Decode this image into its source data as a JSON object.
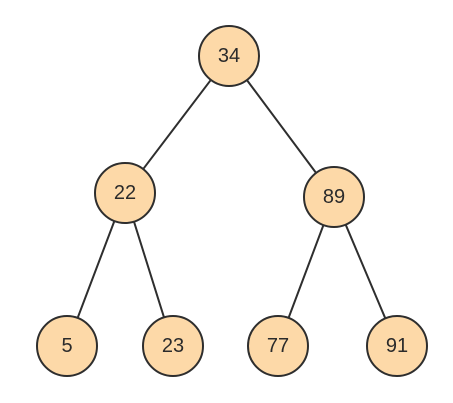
{
  "tree": {
    "node_fill": "#fdd9a8",
    "edge_color": "#2e2e2e",
    "nodes": [
      {
        "id": "n34",
        "label": "34"
      },
      {
        "id": "n22",
        "label": "22"
      },
      {
        "id": "n89",
        "label": "89"
      },
      {
        "id": "n5",
        "label": "5"
      },
      {
        "id": "n23",
        "label": "23"
      },
      {
        "id": "n77",
        "label": "77"
      },
      {
        "id": "n91",
        "label": "91"
      }
    ],
    "edges": [
      {
        "from": "n34",
        "to": "n22"
      },
      {
        "from": "n34",
        "to": "n89"
      },
      {
        "from": "n22",
        "to": "n5"
      },
      {
        "from": "n22",
        "to": "n23"
      },
      {
        "from": "n89",
        "to": "n77"
      },
      {
        "from": "n89",
        "to": "n91"
      }
    ]
  }
}
